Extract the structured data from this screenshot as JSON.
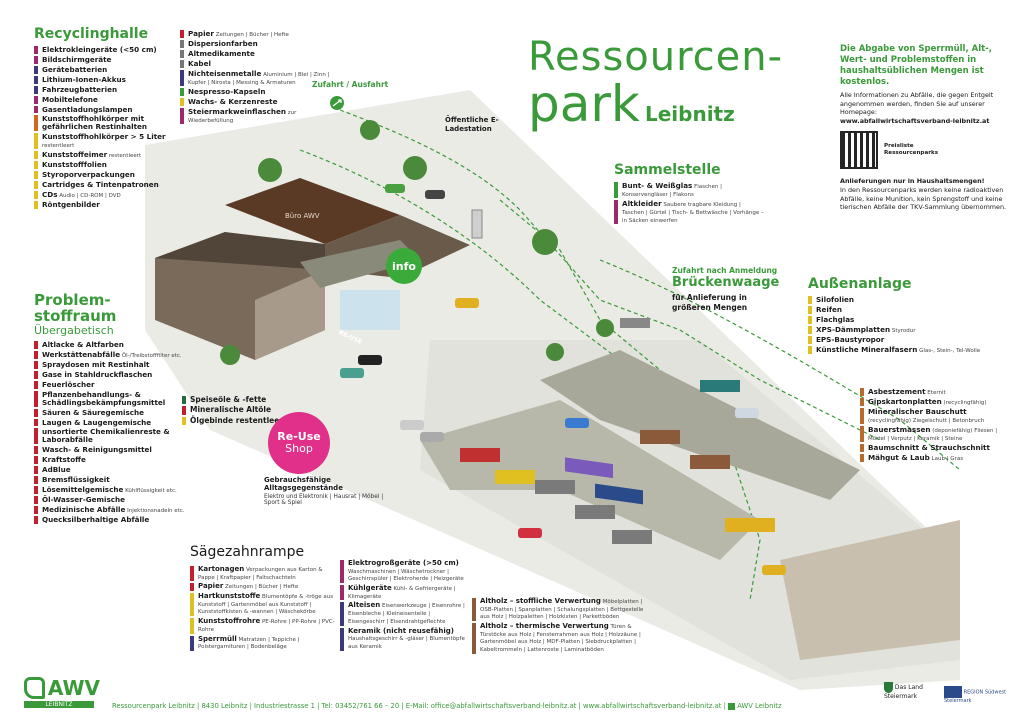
{
  "title_line1": "Ressourcen-",
  "title_line2": "park",
  "title_line2_suffix": "Leibnitz",
  "recyclinghalle": {
    "title": "Recyclinghalle",
    "items": [
      {
        "label": "Elektrokleingeräte (<50 cm)",
        "color": "#9a2a6a"
      },
      {
        "label": "Bildschirmgeräte",
        "color": "#9a2a6a"
      },
      {
        "label": "Gerätebatterien",
        "color": "#3a3a7a"
      },
      {
        "label": "Lithium-Ionen-Akkus",
        "color": "#3a3a7a"
      },
      {
        "label": "Fahrzeugbatterien",
        "color": "#3a3a7a"
      },
      {
        "label": "Mobiltelefone",
        "color": "#9a2a6a"
      },
      {
        "label": "Gasentladungslampen",
        "color": "#9a2a6a"
      },
      {
        "label": "Kunststoffhohlkörper mit gefährlichen Restinhalten",
        "color": "#d06a1a"
      },
      {
        "label": "Kunststoffhohlkörper > 5 Liter",
        "sub": "restentleert",
        "color": "#e0c020"
      },
      {
        "label": "Kunststoffeimer",
        "sub": "restentleert",
        "color": "#e0c020"
      },
      {
        "label": "Kunststofffolien",
        "color": "#e0c020"
      },
      {
        "label": "Styroporverpackungen",
        "color": "#e0c020"
      },
      {
        "label": "Cartridges & Tintenpatronen",
        "color": "#e0c020"
      },
      {
        "label": "CDs",
        "sub": "Audio | CD-ROM | DVD",
        "color": "#e0c020"
      },
      {
        "label": "Röntgenbilder",
        "color": "#e0c020"
      }
    ]
  },
  "recycling2": {
    "items": [
      {
        "label": "Papier",
        "sub": "Zeitungen | Bücher | Hefte",
        "color": "#c02030"
      },
      {
        "label": "Dispersionfarben",
        "color": "#777"
      },
      {
        "label": "Altmedikamente",
        "color": "#777"
      },
      {
        "label": "Kabel",
        "color": "#777"
      },
      {
        "label": "Nichteisenmetalle",
        "sub": "Aluminium | Blei | Zinn | Kupfer | Nirosta | Messing & Armaturen",
        "color": "#3a3a7a"
      },
      {
        "label": "Nespresso-Kapseln",
        "color": "#3a9a3a"
      },
      {
        "label": "Wachs- & Kerzenreste",
        "color": "#e0c020"
      },
      {
        "label": "Steiermarkweinflaschen",
        "sub": "zur Wiederbefüllung",
        "color": "#9a2a6a"
      }
    ]
  },
  "problemstoffraum": {
    "title1": "Problem-",
    "title2": "stoffraum",
    "subtitle": "Übergabetisch",
    "items": [
      {
        "label": "Altlacke & Altfarben",
        "sub": ""
      },
      {
        "label": "Werkstättenabfälle",
        "sub": "Öl-/Treibstofffilter etc."
      },
      {
        "label": "Spraydosen mit Restinhalt",
        "sub": ""
      },
      {
        "label": "Gase in Stahldruckflaschen",
        "sub": ""
      },
      {
        "label": "Feuerlöscher",
        "sub": ""
      },
      {
        "label": "Pflanzenbehandlungs- & Schädlingsbekämpfungsmittel",
        "sub": ""
      },
      {
        "label": "Säuren & Säuregemische",
        "sub": ""
      },
      {
        "label": "Laugen & Laugengemische",
        "sub": ""
      },
      {
        "label": "unsortierte Chemikalienreste & Laborabfälle",
        "sub": ""
      },
      {
        "label": "Wasch- & Reinigungsmittel",
        "sub": ""
      },
      {
        "label": "Kraftstoffe",
        "sub": ""
      },
      {
        "label": "AdBlue",
        "sub": ""
      },
      {
        "label": "Bremsflüssigkeit",
        "sub": ""
      },
      {
        "label": "Lösemittelgemische",
        "sub": "Kühlflüssigkeit etc."
      },
      {
        "label": "Öl-Wasser-Gemische",
        "sub": ""
      },
      {
        "label": "Medizinische Abfälle",
        "sub": "Injektionsnadeln etc."
      },
      {
        "label": "Quecksilberhaltige Abfälle",
        "sub": ""
      }
    ]
  },
  "speise": {
    "items": [
      {
        "label": "Speiseöle & -fette",
        "color": "#2a6a3a"
      },
      {
        "label": "Mineralische Altöle",
        "color": "#c02030"
      },
      {
        "label": "Ölgebinde restentleert",
        "color": "#e0c020"
      }
    ]
  },
  "reuse": {
    "line1": "Re-Use",
    "line2": "Shop",
    "desc_title": "Gebrauchsfähige Alltagsgegenstände",
    "desc": "Elektro und Elektronik | Hausrat | Möbel | Sport & Spiel"
  },
  "map": {
    "zufahrt": "Zufahrt / Ausfahrt",
    "eladestation": "Öffentliche E-Ladestation",
    "info": "info",
    "buero": "Büro AWV",
    "reuse_sign": "RE-USE",
    "zufahrt_anmeldung": "Zufahrt nach Anmeldung",
    "brueckenwaage": "Brückenwaage",
    "brueckenwaage_desc": "für Anlieferung in größeren Mengen"
  },
  "sammelstelle": {
    "title": "Sammelstelle",
    "items": [
      {
        "label": "Bunt- & Weißglas",
        "sub": "Flaschen | Konservengläser | Flakons",
        "color": "#3a9a3a"
      },
      {
        "label": "Altkleider",
        "sub": "Saubere tragbare Kleidung | Taschen | Gürtel | Tisch- & Bettwäsche | Vorhänge – in Säcken einwerfen",
        "color": "#9a2a6a"
      }
    ]
  },
  "aussenanlage": {
    "title": "Außenanlage",
    "items": [
      {
        "label": "Silofolien",
        "sub": "",
        "color": "#e0c020"
      },
      {
        "label": "Reifen",
        "sub": "",
        "color": "#e0c020"
      },
      {
        "label": "Flachglas",
        "sub": "",
        "color": "#e0c020"
      },
      {
        "label": "XPS-Dämmplatten",
        "sub": "Styrodur",
        "color": "#e0c020"
      },
      {
        "label": "EPS-Baustyropor",
        "sub": "",
        "color": "#e0c020"
      },
      {
        "label": "Künstliche Mineralfasern",
        "sub": "Glas-, Stein-, Tel-Wolle",
        "color": "#e0c020"
      }
    ],
    "items2": [
      {
        "label": "Asbestzement",
        "sub": "Eternit",
        "color": "#b86a2a"
      },
      {
        "label": "Gipskartonplatten",
        "sub": "(recyclingfähig)",
        "color": "#b86a2a"
      },
      {
        "label": "Mineralischer Bauschutt",
        "sub": "(recyclingfähig) Ziegelschutt | Betonbruch",
        "color": "#b86a2a"
      },
      {
        "label": "Bauerstmassen",
        "sub": "(deponiefähig) Fliesen | Mörtel | Verputz | Keramik | Steine",
        "color": "#b86a2a"
      },
      {
        "label": "Baumschnitt & Strauchschnitt",
        "sub": "",
        "color": "#b86a2a"
      },
      {
        "label": "Mähgut & Laub",
        "sub": "Laub | Gras",
        "color": "#b86a2a"
      }
    ]
  },
  "info_box": {
    "headline": "Die Abgabe von Sperrmüll, Alt-, Wert- und Problemstoffen in haushaltsüblichen Mengen ist kostenlos.",
    "text": "Alle Informationen zu Abfälle, die gegen Entgelt angenommen werden, finden Sie auf unserer Homepage:",
    "url": "www.abfallwirtschaftsverband-leibnitz.at",
    "qr_label": "Preisliste Ressourcenparks",
    "notice_title": "Anlieferungen nur in Haushaltsmengen!",
    "notice": "In den Ressourcenparks werden keine radioaktiven Abfälle, keine Munition, kein Sprengstoff und keine tierischen Abfälle der TKV-Sammlung übernommen."
  },
  "saegezahn": {
    "title": "Sägezahnrampe",
    "col1": [
      {
        "label": "Kartonagen",
        "sub": "Verpackungen aus Karton & Pappe | Kraftpapier | Faltschachteln",
        "color": "#c02030"
      },
      {
        "label": "Papier",
        "sub": "Zeitungen | Bücher | Hefte",
        "color": "#c02030"
      },
      {
        "label": "Hartkunststoffe",
        "sub": "Blumentöpfe & -tröge aus Kunststoff | Gartenmöbel aus Kunststoff | Kunststoffkisten & -wannen | Wäschekörbe",
        "color": "#e0c020"
      },
      {
        "label": "Kunststoffrohre",
        "sub": "PE-Rohre | PP-Rohre | PVC-Rohre",
        "color": "#e0c020"
      },
      {
        "label": "Sperrmüll",
        "sub": "Matratzen | Teppiche | Polstergarnituren | Bodenbeläge",
        "color": "#3a3a7a"
      }
    ],
    "col2": [
      {
        "label": "Elektrogroßgeräte (>50 cm)",
        "sub": "Waschmaschinen | Wäschetrockner | Geschirrspüler | Elektroherde | Heizgeräte",
        "color": "#9a2a6a"
      },
      {
        "label": "Kühlgeräte",
        "sub": "Kühl- & Gefriergeräte | Klimageräte",
        "color": "#9a2a6a"
      },
      {
        "label": "Alteisen",
        "sub": "Eisenwerkzeuge | Eisenrohre | Eisenbleche | Kleineisenteile | Eisengeschirr | Eisendrahtgeflechte",
        "color": "#3a3a7a"
      },
      {
        "label": "Keramik (nicht reusefähig)",
        "sub": "Haushaltsgeschirr & -gläser | Blumentöpfe aus Keramik",
        "color": "#3a3a7a"
      }
    ],
    "col3": [
      {
        "label": "Altholz – stoffliche Verwertung",
        "sub": "Möbelplatten | OSB-Platten | Spanplatten | Schalungsplatten | Bettgestelle aus Holz | Holzpaletten | Holzkisten | Parkettböden"
      },
      {
        "label": "Altholz – thermische Verwertung",
        "sub": "Türen & Türstöcke aus Holz | Fensterrahmen aus Holz | Holzzäune | Gartenmöbel aus Holz | MDF-Platten | Siebdruckplatten | Kabeltrommeln | Lattenroste | Laminatböden"
      }
    ]
  },
  "footer": {
    "logo": "AWV",
    "logo_sub": "LEIBNITZ",
    "text": "Ressourcenpark Leibnitz | 8430 Leibnitz | Industriestrasse 1 | Tel: 03452/761 66 – 20 | E-Mail: office@abfallwirtschaftsverband-leibnitz.at | www.abfallwirtschaftsverband-leibnitz.at |",
    "fb": "AWV Leibnitz",
    "land": "Das Land Steiermark",
    "region": "REGION Südwest Steiermark"
  }
}
